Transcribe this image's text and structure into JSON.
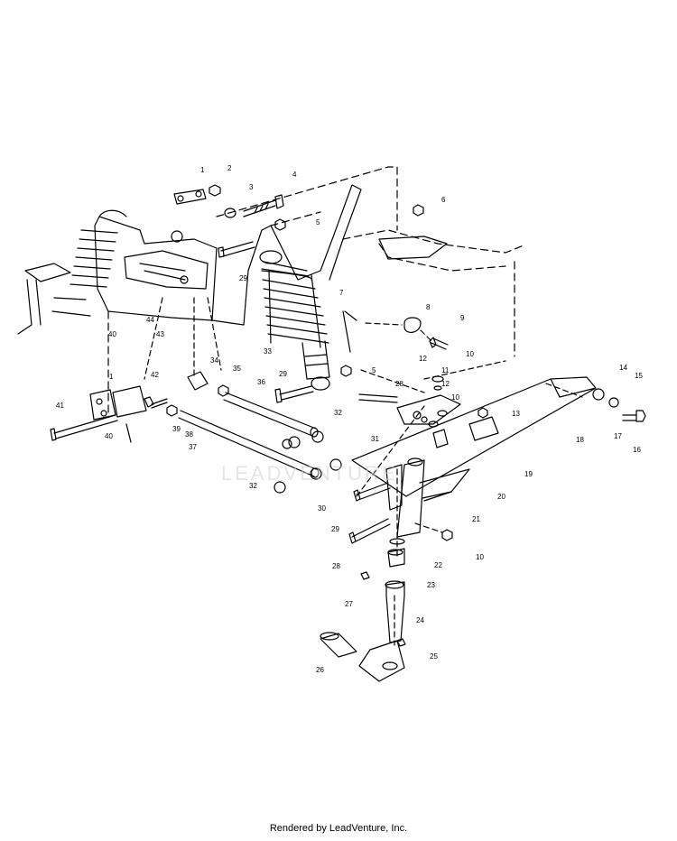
{
  "diagram": {
    "part_labels": [
      "1",
      "2",
      "3",
      "4",
      "5",
      "6",
      "29",
      "7",
      "8",
      "9",
      "44",
      "40",
      "43",
      "33",
      "5",
      "10",
      "11",
      "12",
      "12",
      "10",
      "34",
      "35",
      "36",
      "29",
      "28",
      "42",
      "1",
      "41",
      "39",
      "38",
      "37",
      "32",
      "31",
      "13",
      "14",
      "15",
      "17",
      "16",
      "18",
      "19",
      "40",
      "32",
      "30",
      "29",
      "28",
      "20",
      "21",
      "10",
      "22",
      "23",
      "27",
      "24",
      "25",
      "26"
    ],
    "watermark": "LEADVENTURE",
    "colors": {
      "line": "#000000",
      "background": "#ffffff",
      "watermark": "#cfcfcf"
    }
  },
  "footer": {
    "credit": "Rendered by LeadVenture, Inc."
  }
}
